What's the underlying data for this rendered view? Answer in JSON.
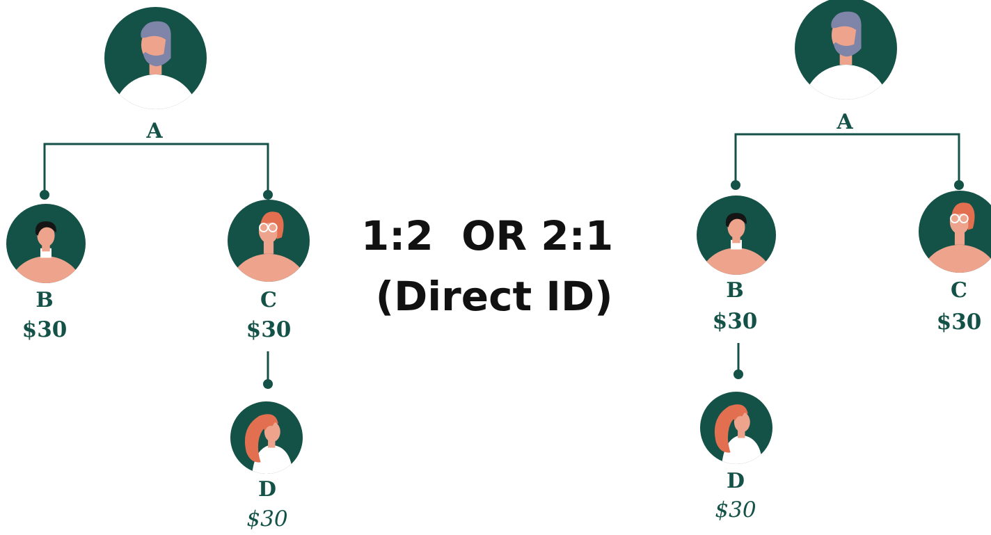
{
  "colors": {
    "dark_green": "#145247",
    "skin": "#eda38c",
    "hair_orange": "#e36f51",
    "hair_dark": "#151515",
    "shirt_white": "#ffffff",
    "beard_gray": "#7f85a8"
  },
  "heading": {
    "line1": "1:2  OR 2:1",
    "line2": " (Direct ID)"
  },
  "left_tree": {
    "a": {
      "name": "A",
      "icon": "senior-man-avatar"
    },
    "b": {
      "name": "B",
      "amount": "$30",
      "icon": "young-man-avatar"
    },
    "c": {
      "name": "C",
      "amount": "$30",
      "icon": "man-with-glasses-avatar"
    },
    "d": {
      "name": "D",
      "amount": "$30",
      "icon": "woman-avatar"
    }
  },
  "right_tree": {
    "a": {
      "name": "A",
      "icon": "senior-man-avatar"
    },
    "b": {
      "name": "B",
      "amount": "$30",
      "icon": "young-man-avatar"
    },
    "c": {
      "name": "C",
      "amount": "$30",
      "icon": "man-with-glasses-avatar"
    },
    "d": {
      "name": "D",
      "amount": "$30",
      "icon": "woman-avatar"
    }
  }
}
